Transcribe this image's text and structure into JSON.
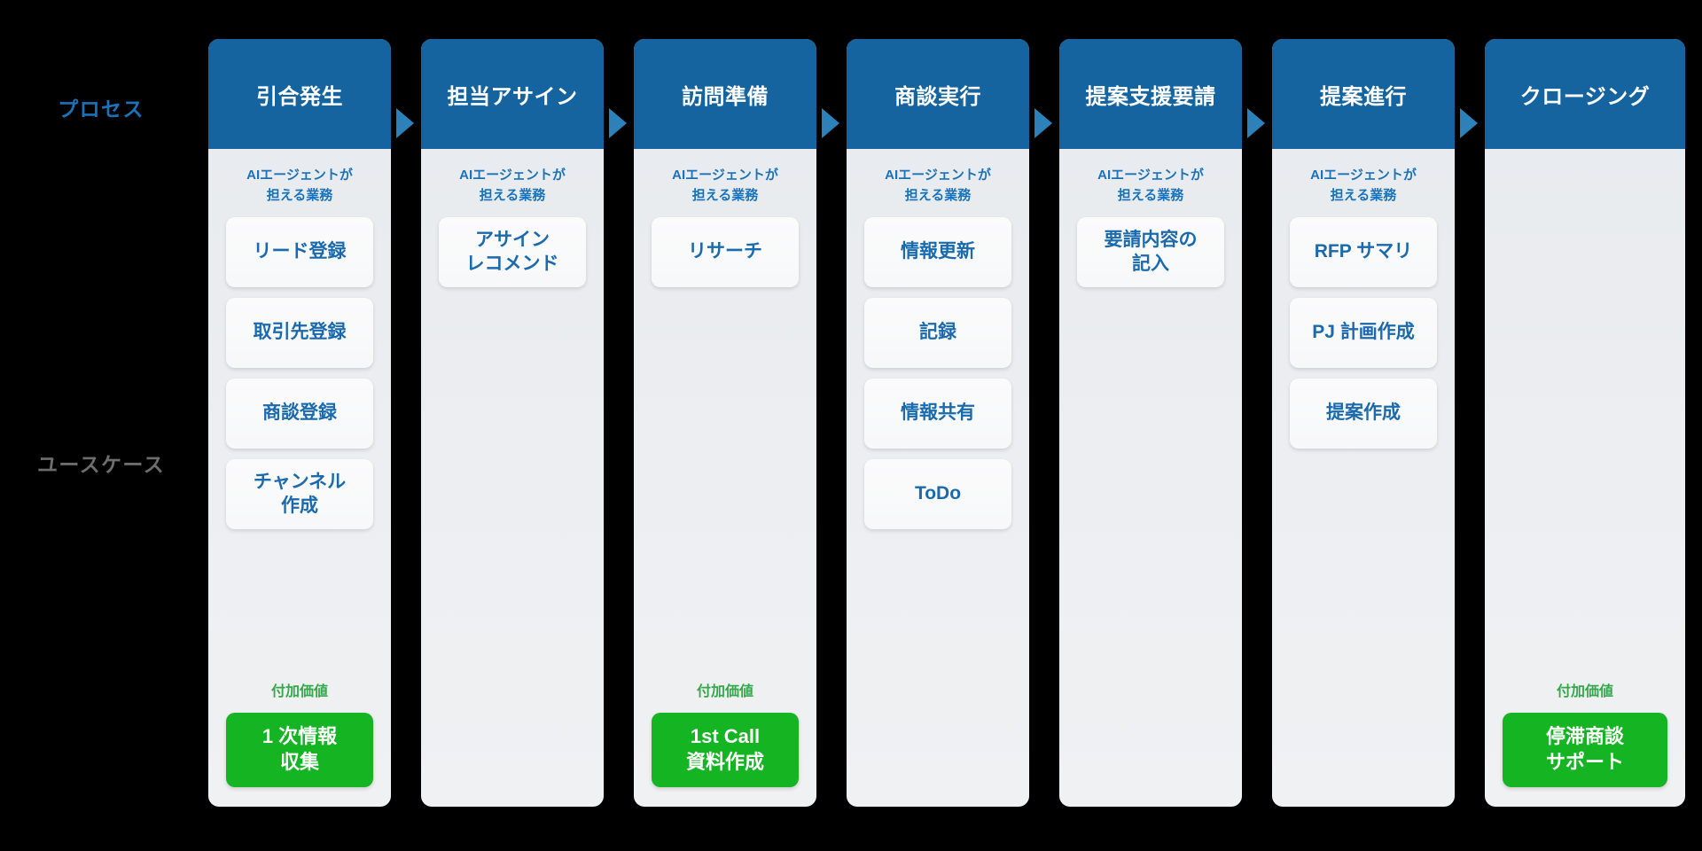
{
  "rows": {
    "process_label": "プロセス",
    "usecase_label": "ユースケース"
  },
  "labels": {
    "ai_tasks": "AIエージェントが\n担える業務",
    "added_value": "付加価値"
  },
  "colors": {
    "header_blue": "#1564a0",
    "chevron_blue": "#2e80b8",
    "card_text_blue": "#1a6aad",
    "process_label_blue": "#1a73b8",
    "usecase_label_gray": "#6d6d6d",
    "value_green": "#14b422",
    "value_label_green": "#35a84a",
    "column_bg": "#eceef1",
    "card_bg": "#f8f9fa",
    "canvas_bg": "#000000"
  },
  "columns": [
    {
      "title": "引合発生",
      "has_ai_section": true,
      "cards": [
        "リード登録",
        "取引先登録",
        "商談登録",
        "チャンネル\n作成"
      ],
      "has_value_section": true,
      "value_cards": [
        "1 次情報\n収集"
      ],
      "has_arrow": true
    },
    {
      "title": "担当アサイン",
      "has_ai_section": true,
      "cards": [
        "アサイン\nレコメンド"
      ],
      "has_value_section": false,
      "value_cards": [],
      "has_arrow": true
    },
    {
      "title": "訪問準備",
      "has_ai_section": true,
      "cards": [
        "リサーチ"
      ],
      "has_value_section": true,
      "value_cards": [
        "1st Call\n資料作成"
      ],
      "has_arrow": true
    },
    {
      "title": "商談実行",
      "has_ai_section": true,
      "cards": [
        "情報更新",
        "記録",
        "情報共有",
        "ToDo"
      ],
      "has_value_section": false,
      "value_cards": [],
      "has_arrow": true
    },
    {
      "title": "提案支援要請",
      "has_ai_section": true,
      "cards": [
        "要請内容の\n記入"
      ],
      "has_value_section": false,
      "value_cards": [],
      "has_arrow": true
    },
    {
      "title": "提案進行",
      "has_ai_section": true,
      "cards": [
        "RFP サマリ",
        "PJ 計画作成",
        "提案作成"
      ],
      "has_value_section": false,
      "value_cards": [],
      "has_arrow": true
    },
    {
      "title": "クロージング",
      "has_ai_section": false,
      "cards": [],
      "has_value_section": true,
      "value_cards": [
        "停滞商談\nサポート"
      ],
      "has_arrow": false
    }
  ]
}
